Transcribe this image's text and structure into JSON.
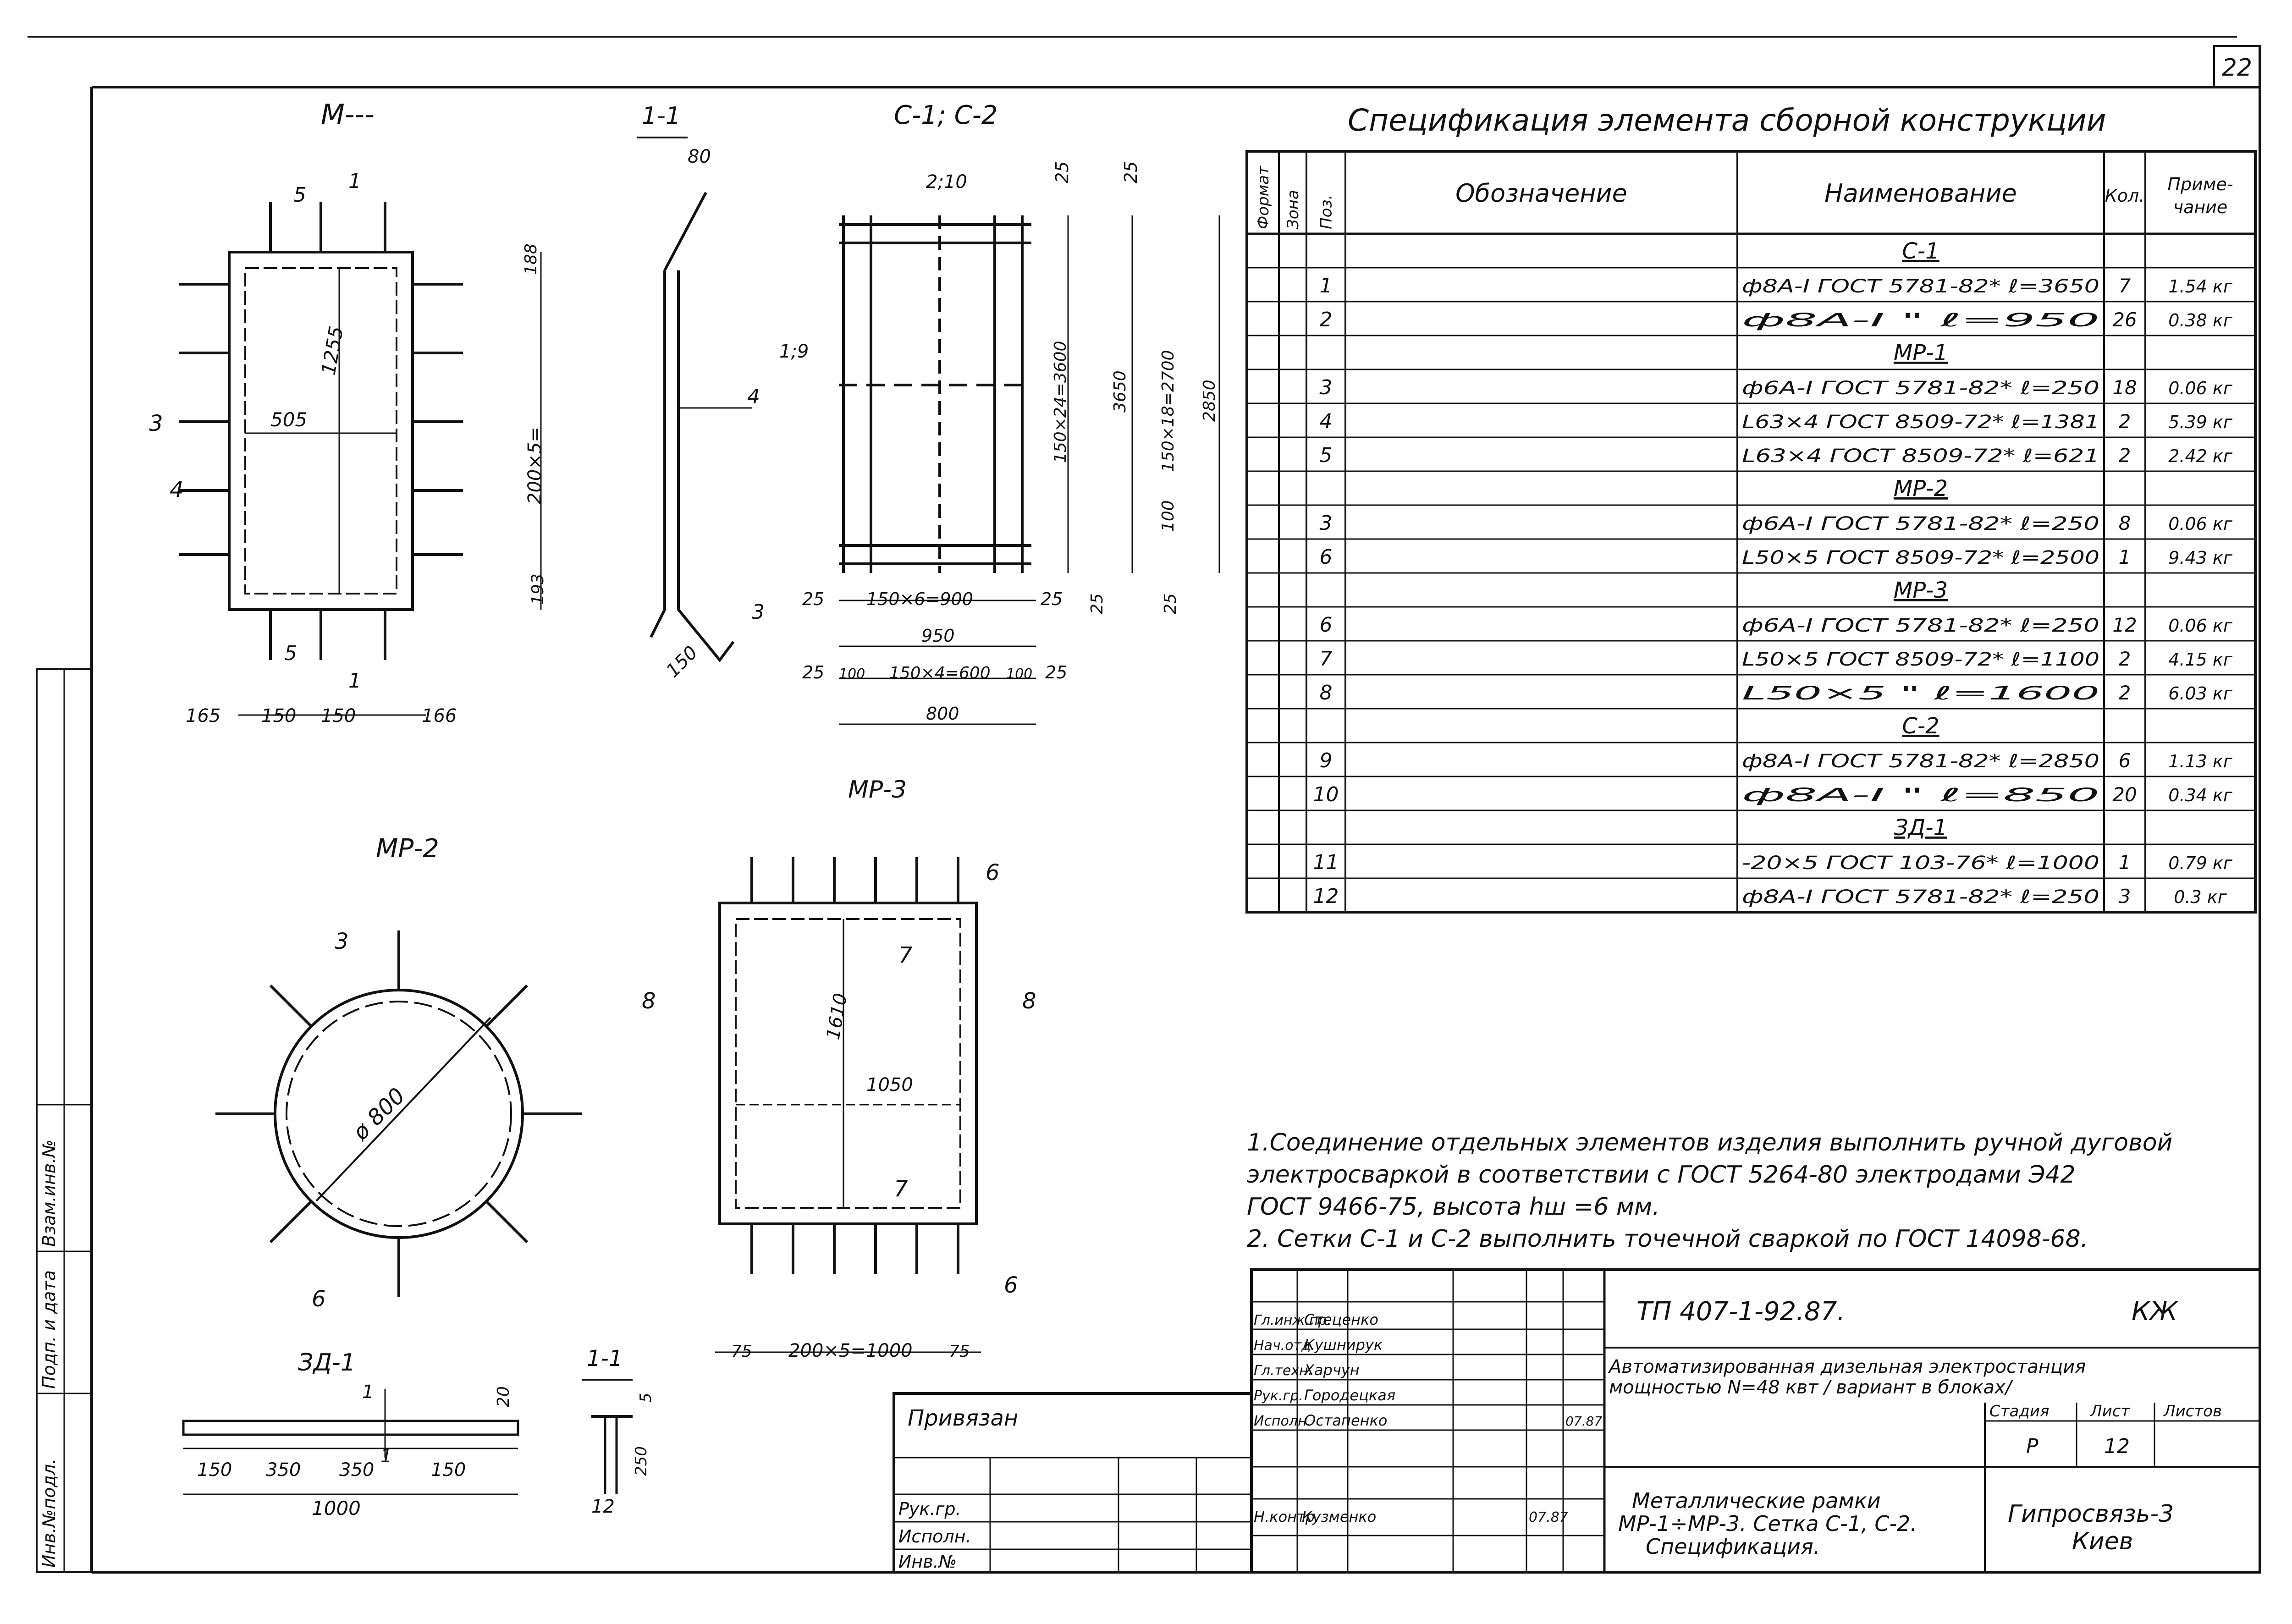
{
  "page_number": "22",
  "drawings": {
    "mr1_title": "М---",
    "mr1_dims": [
      "5",
      "1",
      "188",
      "1255",
      "505",
      "3",
      "4",
      "200×5=",
      "193",
      "5",
      "1",
      "165",
      "150",
      "150",
      "166"
    ],
    "sec11_title": "1-1",
    "sec11_dims": [
      "80",
      "4",
      "3",
      "150"
    ],
    "c1c2_title": "С-1; С-2",
    "c1c2_dims": [
      "2;10",
      "25",
      "25",
      "1;9",
      "150×24=3600",
      "3650",
      "150×18=2700",
      "2850",
      "100",
      "25",
      "150×6=900",
      "25",
      "25",
      "25",
      "950",
      "25",
      "100",
      "150×4=600",
      "100",
      "25",
      "800"
    ],
    "mr3_title": "МР-3",
    "mr3_dims": [
      "6",
      "7",
      "8",
      "8",
      "1610",
      "1050",
      "7",
      "6",
      "75",
      "200×5=1000",
      "75"
    ],
    "mr2_title": "МР-2",
    "mr2_dims": [
      "3",
      "ø 800",
      "6"
    ],
    "zd1_title": "ЗД-1",
    "zd1_dims": [
      "1",
      "1",
      "20",
      "150",
      "350",
      "350",
      "150",
      "1000"
    ],
    "sec11b_title": "1-1",
    "sec11b_dims": [
      "5",
      "250",
      "12"
    ]
  },
  "spec": {
    "title": "Спецификация элемента сборной конструкции",
    "headers": [
      "Формат",
      "Зона",
      "Поз.",
      "Обозначение",
      "Наименование",
      "Кол.",
      "Приме-\nчание"
    ],
    "rows": [
      {
        "group": "С-1"
      },
      {
        "pos": "1",
        "name": "ф8А-I ГОСТ 5781-82* ℓ=3650",
        "qty": "7",
        "note": "1.54 кг"
      },
      {
        "pos": "2",
        "name": "ф8А-I \" ℓ=950",
        "qty": "26",
        "note": "0.38 кг"
      },
      {
        "group": "МР-1"
      },
      {
        "pos": "3",
        "name": "ф6А-I ГОСТ 5781-82* ℓ=250",
        "qty": "18",
        "note": "0.06 кг"
      },
      {
        "pos": "4",
        "name": "L63×4 ГОСТ 8509-72* ℓ=1381",
        "qty": "2",
        "note": "5.39 кг"
      },
      {
        "pos": "5",
        "name": "L63×4 ГОСТ 8509-72* ℓ=621",
        "qty": "2",
        "note": "2.42 кг"
      },
      {
        "group": "МР-2"
      },
      {
        "pos": "3",
        "name": "ф6А-I ГОСТ 5781-82* ℓ=250",
        "qty": "8",
        "note": "0.06 кг"
      },
      {
        "pos": "6",
        "name": "L50×5 ГОСТ 8509-72* ℓ=2500",
        "qty": "1",
        "note": "9.43 кг"
      },
      {
        "group": "МР-3"
      },
      {
        "pos": "6",
        "name": "ф6А-I ГОСТ 5781-82* ℓ=250",
        "qty": "12",
        "note": "0.06 кг"
      },
      {
        "pos": "7",
        "name": "L50×5 ГОСТ 8509-72* ℓ=1100",
        "qty": "2",
        "note": "4.15 кг"
      },
      {
        "pos": "8",
        "name": "L50×5 \" ℓ=1600",
        "qty": "2",
        "note": "6.03 кг"
      },
      {
        "group": "С-2"
      },
      {
        "pos": "9",
        "name": "ф8А-I ГОСТ 5781-82* ℓ=2850",
        "qty": "6",
        "note": "1.13 кг"
      },
      {
        "pos": "10",
        "name": "ф8А-I \" ℓ=850",
        "qty": "20",
        "note": "0.34 кг"
      },
      {
        "group": "ЗД-1"
      },
      {
        "pos": "11",
        "name": "-20×5 ГОСТ 103-76* ℓ=1000",
        "qty": "1",
        "note": "0.79 кг"
      },
      {
        "pos": "12",
        "name": "ф8А-I ГОСТ 5781-82* ℓ=250",
        "qty": "3",
        "note": "0.3 кг"
      }
    ]
  },
  "notes": [
    "1.Соединение отдельных элементов изделия выполнить ручной дуговой",
    "электросваркой в соответствии с ГОСТ 5264-80 электродами Э42",
    "ГОСТ 9466-75, высота hш =6 мм.",
    "2. Сетки С-1 и С-2 выполнить точечной сваркой по ГОСТ 14098-68."
  ],
  "title_block": {
    "doc_code": "ТП 407-1-92.87.",
    "mark": "КЖ",
    "project_name_1": "Автоматизированная дизельная электростанция",
    "project_name_2": "мощностью N=48 квт / вариант в блоках/",
    "roles": [
      {
        "role": "Гл.инж.пр.",
        "name": "Стеценко"
      },
      {
        "role": "Нач.отд.",
        "name": "Кушнирук"
      },
      {
        "role": "Гл.техн.",
        "name": "Харчун"
      },
      {
        "role": "Рук.гр.",
        "name": "Городецкая"
      },
      {
        "role": "Исполн.",
        "name": "Остапенко",
        "date": "07.87"
      }
    ],
    "stage_label": "Стадия",
    "sheet_label": "Лист",
    "sheets_label": "Листов",
    "stage": "Р",
    "sheet": "12",
    "nkontr_role": "Н.контр.",
    "nkontr_name": "Кузменко",
    "nkontr_date": "07.87",
    "sheet_title_1": "Металлические рамки",
    "sheet_title_2": "МР-1÷МР-3. Сетка С-1, С-2.",
    "sheet_title_3": "Спецификация.",
    "org_1": "Гипросвязь-3",
    "org_2": "Киев"
  },
  "binding_block": {
    "title": "Привязан",
    "rows": [
      "Рук.гр.",
      "Исполн.",
      "Инв.№"
    ]
  },
  "side_stamps": [
    "Инв.№подл.",
    "Подп. и дата",
    "Взам.инв.№"
  ]
}
